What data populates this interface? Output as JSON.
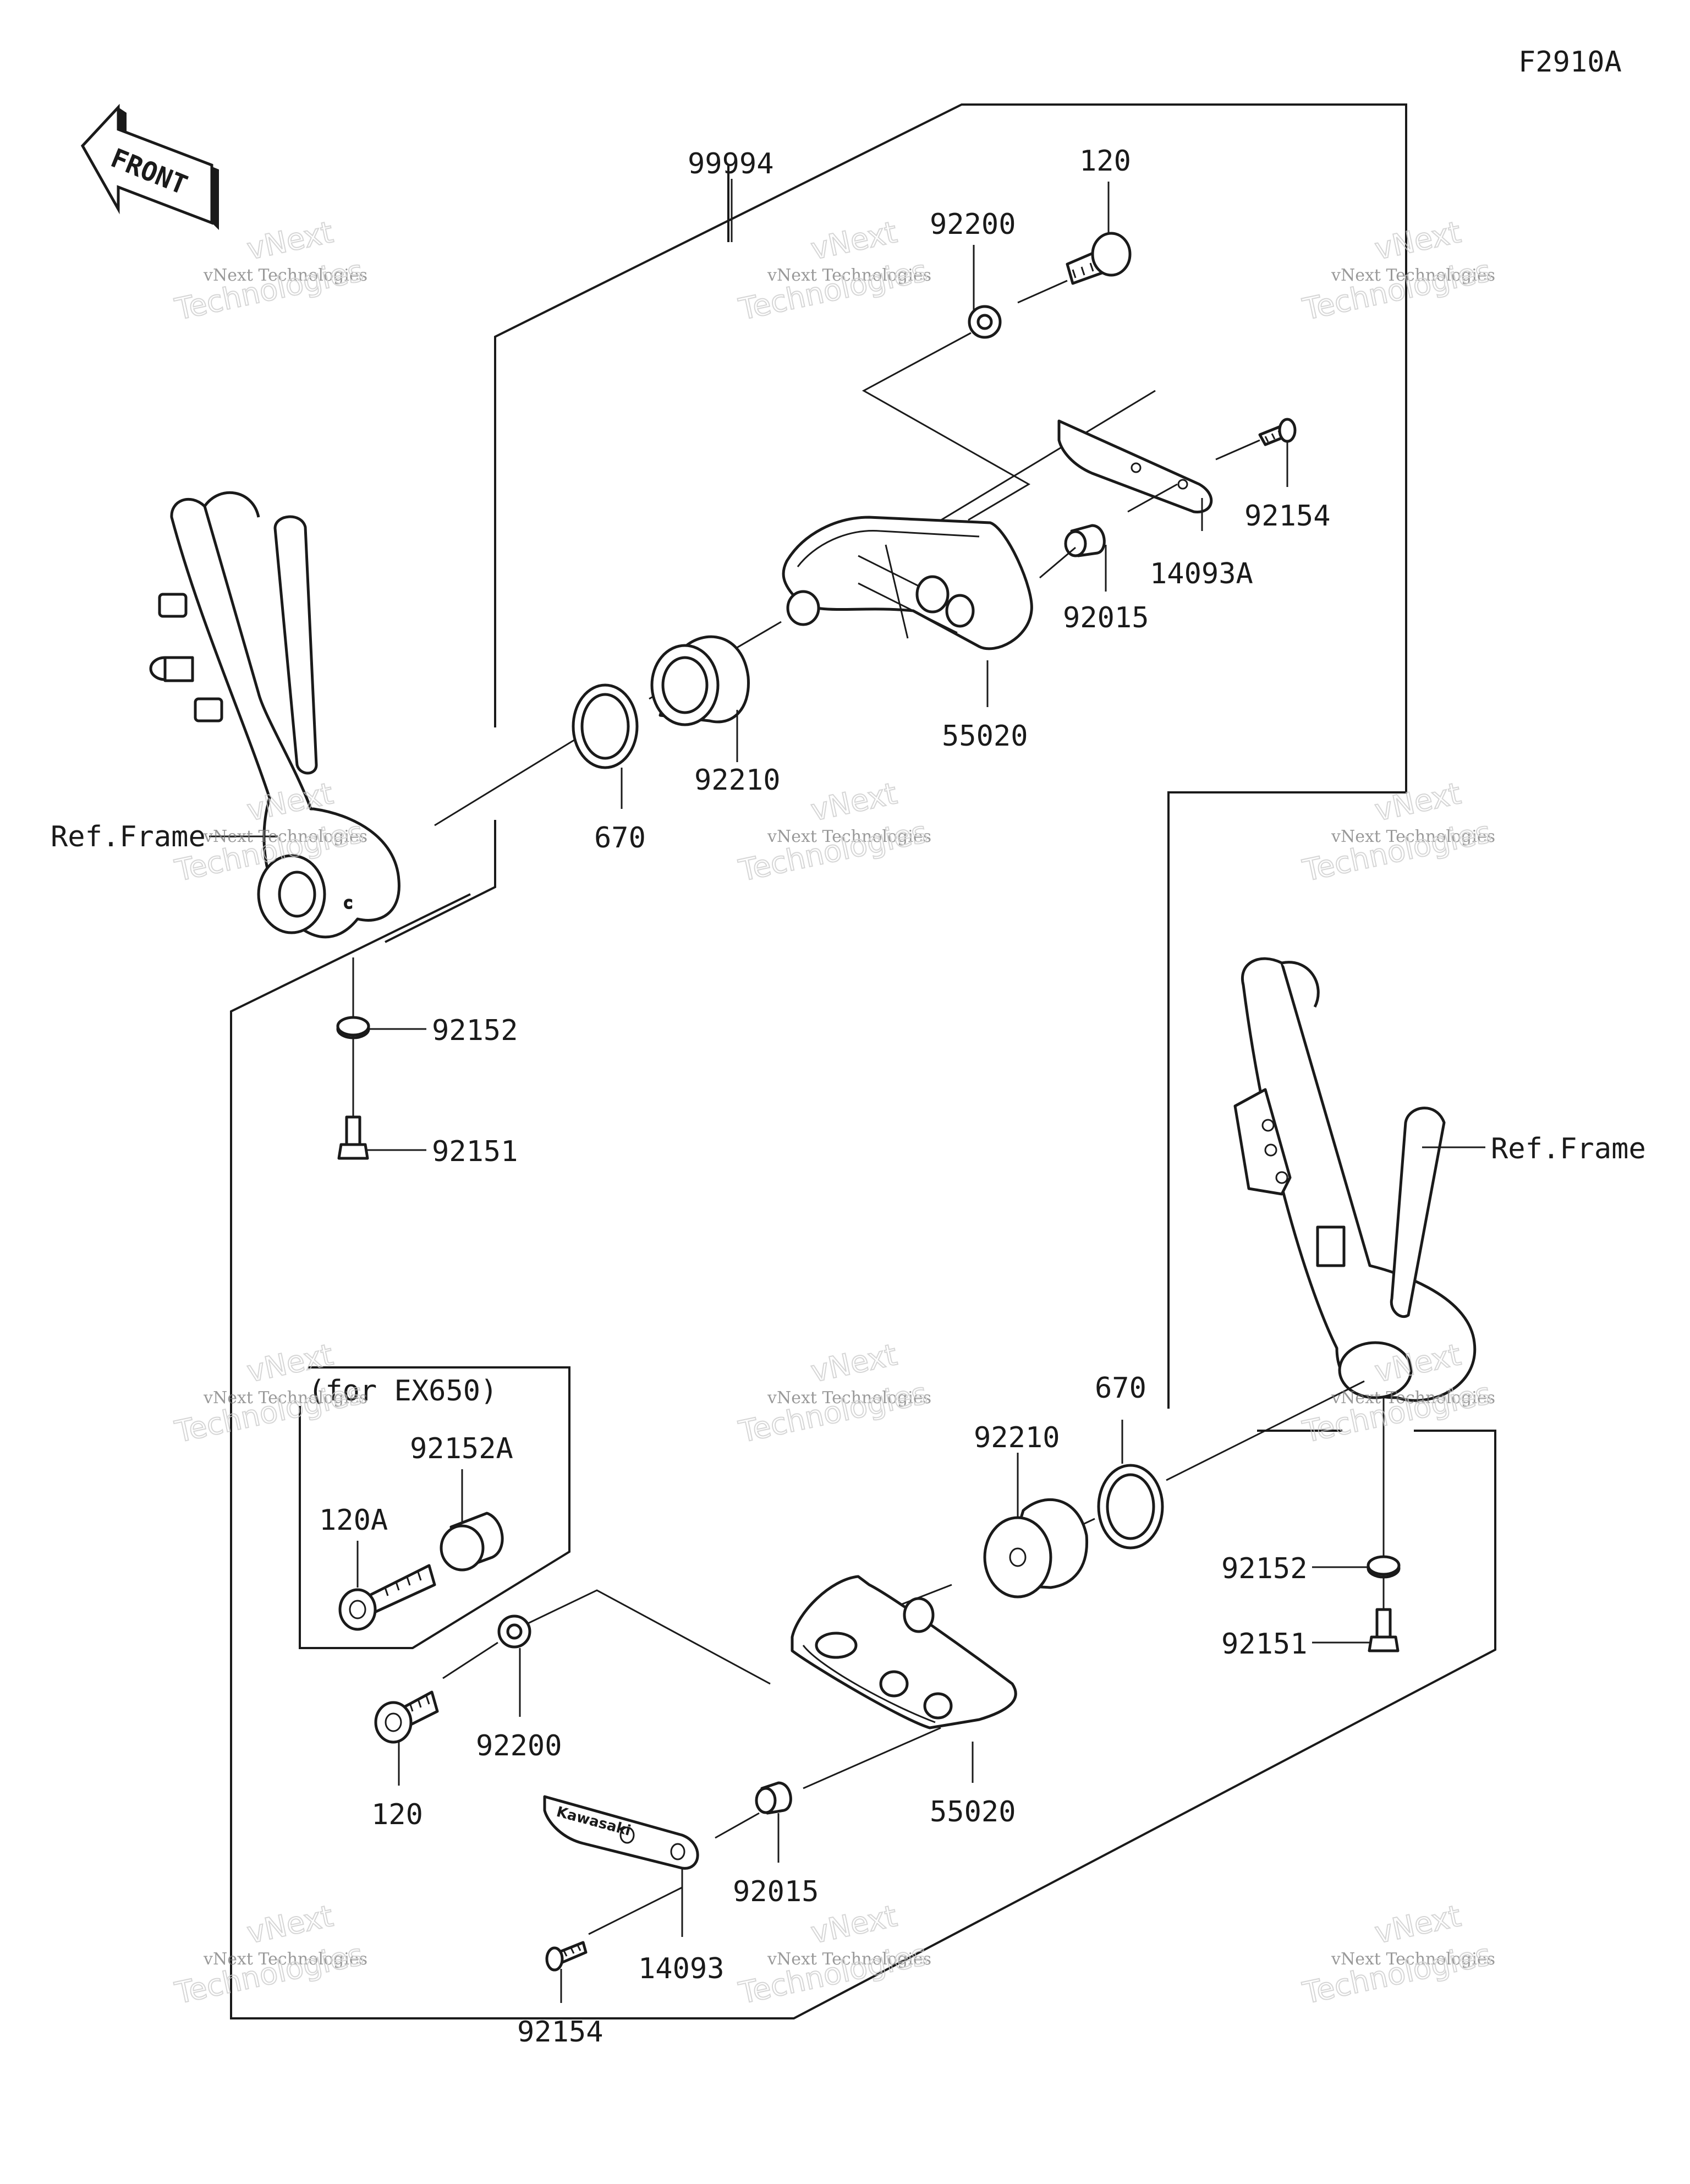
{
  "figure_code": "F2910A",
  "front_arrow": {
    "text": "FRONT"
  },
  "labels": {
    "kit": "99994",
    "p120_top": "120",
    "p92200_top": "92200",
    "p92154_top": "92154",
    "p14093A": "14093A",
    "p92015_top": "92015",
    "p55020_top": "55020",
    "p92210_top": "92210",
    "p670_top": "670",
    "ref_frame_left": "Ref.Frame",
    "p92152_left": "92152",
    "p92151_left": "92151",
    "ref_frame_right": "Ref.Frame",
    "ex650_note": "(for EX650)",
    "p92152A": "92152A",
    "p120A": "120A",
    "p670_bottom": "670",
    "p92210_bottom": "92210",
    "p92152_right": "92152",
    "p92151_right": "92151",
    "p92200_bottom": "92200",
    "p120_bottom": "120",
    "p55020_bottom": "55020",
    "p92015_bottom": "92015",
    "p14093": "14093",
    "p92154_bottom": "92154"
  },
  "watermark": {
    "line1": "vNext Technologies",
    "line2": "vNext",
    "line3": "Technologies"
  }
}
